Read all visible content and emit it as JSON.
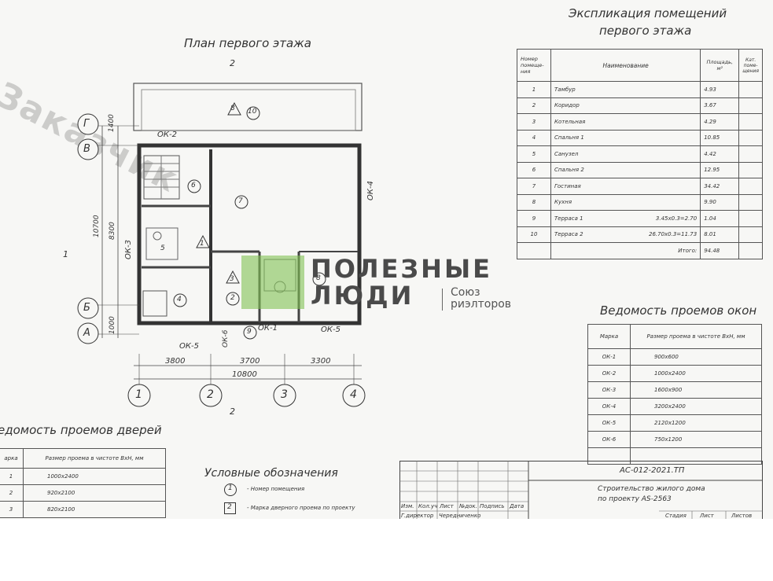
{
  "plan": {
    "title": "План первого этажа",
    "section_mark": "2",
    "axes_letters": [
      "Г",
      "В",
      "Б",
      "А"
    ],
    "axes_numbers": [
      "1",
      "2",
      "3",
      "4"
    ],
    "dims_vertical": [
      "1400",
      "10700",
      "8300",
      "1000"
    ],
    "dims_horizontal": [
      "3800",
      "3700",
      "3300",
      "10800"
    ],
    "section_left": "1",
    "window_marks": [
      "ОК-2",
      "ОК-3",
      "ОК-4",
      "ОК-5",
      "ОК-1",
      "ОК-5",
      "ОК-6"
    ],
    "room_numbers": [
      "10",
      "6",
      "7",
      "1",
      "2",
      "3",
      "4",
      "5",
      "8",
      "9"
    ]
  },
  "explication": {
    "title_line1": "Экспликация помещений",
    "title_line2": "первого этажа",
    "headers": [
      "Номер поме­ще­ния",
      "Наименование",
      "Площадь, м²",
      "Кат. поме­щения"
    ],
    "rows": [
      {
        "no": "1",
        "name": "Тамбур",
        "extra": "",
        "area": "4.93"
      },
      {
        "no": "2",
        "name": "Коридор",
        "extra": "",
        "area": "3.67"
      },
      {
        "no": "3",
        "name": "Котельная",
        "extra": "",
        "area": "4.29"
      },
      {
        "no": "4",
        "name": "Спальня 1",
        "extra": "",
        "area": "10.85"
      },
      {
        "no": "5",
        "name": "Санузел",
        "extra": "",
        "area": "4.42"
      },
      {
        "no": "6",
        "name": "Спальня 2",
        "extra": "",
        "area": "12.95"
      },
      {
        "no": "7",
        "name": "Гостиная",
        "extra": "",
        "area": "34.42"
      },
      {
        "no": "8",
        "name": "Кухня",
        "extra": "",
        "area": "9.90"
      },
      {
        "no": "9",
        "name": "Терраса 1",
        "extra": "3.45x0.3=2.70",
        "area": "1.04"
      },
      {
        "no": "10",
        "name": "Терраса 2",
        "extra": "26.70x0.3=11.73",
        "area": "8.01"
      }
    ],
    "total_label": "Итого:",
    "total_value": "94.48"
  },
  "windows": {
    "title": "Ведомость проемов окон",
    "headers": [
      "Марка",
      "Размер проема в чистоте ВхН, мм"
    ],
    "rows": [
      {
        "mark": "ОК-1",
        "size": "900x600"
      },
      {
        "mark": "ОК-2",
        "size": "1000x2400"
      },
      {
        "mark": "ОК-3",
        "size": "1600x900"
      },
      {
        "mark": "ОК-4",
        "size": "3200x2400"
      },
      {
        "mark": "ОК-5",
        "size": "2120x1200"
      },
      {
        "mark": "ОК-6",
        "size": "750x1200"
      }
    ]
  },
  "doors": {
    "title": "едомость проемов дверей",
    "headers": [
      "арка",
      "Размер проема в чистоте ВхН, мм"
    ],
    "rows": [
      {
        "mark": "1",
        "size": "1000x2400"
      },
      {
        "mark": "2",
        "size": "920x2100"
      },
      {
        "mark": "3",
        "size": "820x2100"
      }
    ]
  },
  "legend": {
    "title": "Условные обозначения",
    "items": [
      {
        "symbol": "1",
        "text": "- Номер помещения"
      },
      {
        "symbol": "2",
        "text": "- Марка дверного проема по проекту"
      }
    ]
  },
  "stamp": {
    "code": "АС-012-2021.ТП",
    "project_line1": "Строительство жилого дома",
    "project_line2": "по проекту AS-2563",
    "col_labels": [
      "Изм.",
      "Кол.уч",
      "Лист",
      "№док.",
      "Подпись",
      "Дата"
    ],
    "role": "Г.директор",
    "person": "Чередниченко",
    "stage_labels": [
      "Стадия",
      "Лист",
      "Листов"
    ]
  },
  "watermark": {
    "text": "Заказчик",
    "brand_line1": "ПОЛЕЗНЫЕ",
    "brand_line2": "ЛЮДИ",
    "brand_sub1": "Союз",
    "brand_sub2": "риэлторов",
    "brand_color": "#80c254"
  }
}
